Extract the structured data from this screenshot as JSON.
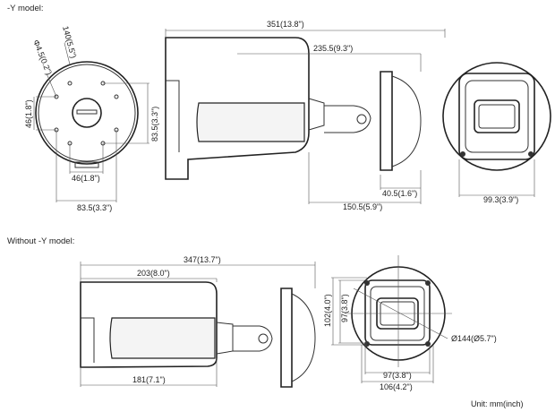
{
  "sections": {
    "y_model": {
      "heading": "-Y model:",
      "mount_base": {
        "diameter": "140(5.5\")",
        "hole": "Φ4.5(0.2\")",
        "left_spacing": "46(1.8\")",
        "right_spacing": "83.5(3.3\")",
        "bottom_inner": "46(1.8\")",
        "bottom_outer": "83.5(3.3\")"
      },
      "side_view": {
        "total_length": "351(13.8\")",
        "front_length": "235.5(9.3\")",
        "bracket_depth": "40.5(1.6\")",
        "rear_length": "150.5(5.9\")"
      },
      "front_view": {
        "width": "99.3(3.9\")"
      }
    },
    "no_y_model": {
      "heading": "Without -Y model:",
      "side_view": {
        "total_length": "347(13.7\")",
        "front_length": "203(8.0\")",
        "bottom_length": "181(7.1\")"
      },
      "front_view": {
        "outer_height": "102(4.0\")",
        "inner_height": "97(3.8\")",
        "diameter": "Ø144(Ø5.7\")",
        "inner_width": "97(3.8\")",
        "outer_width": "106(4.2\")"
      }
    }
  },
  "unit_label": "Unit: mm(inch)"
}
